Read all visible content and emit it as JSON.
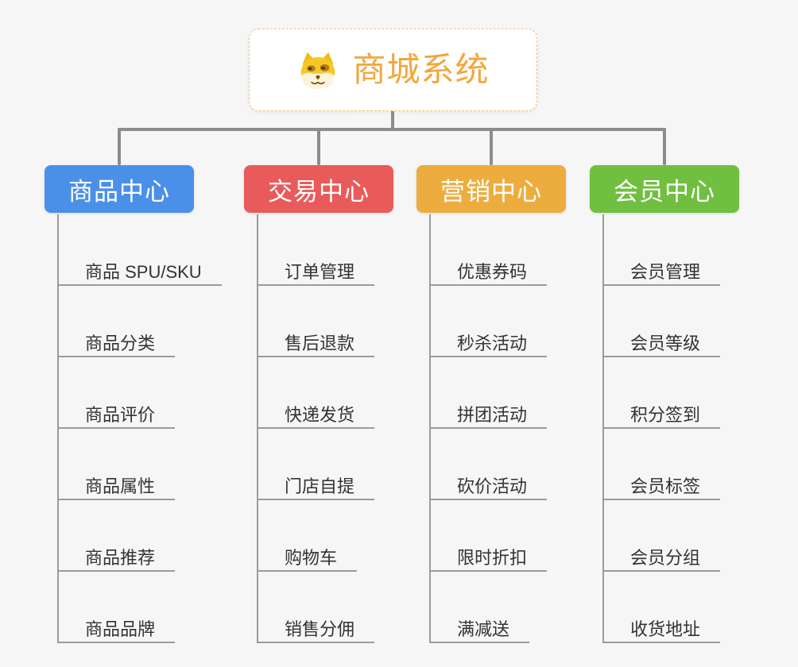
{
  "page": {
    "background_color": "#F6F6F6",
    "connector_color": "#8C8C8C",
    "child_line_color": "#9B9B9B",
    "child_text_color": "#333333"
  },
  "root": {
    "title": "商城系统",
    "icon": "doge-icon",
    "text_color": "#F2A73B",
    "border_color": "#F3C06F"
  },
  "branches": [
    {
      "title": "商品中心",
      "color": "#4A90E8",
      "children": [
        "商品 SPU/SKU",
        "商品分类",
        "商品评价",
        "商品属性",
        "商品推荐",
        "商品品牌"
      ]
    },
    {
      "title": "交易中心",
      "color": "#E95B5B",
      "children": [
        "订单管理",
        "售后退款",
        "快递发货",
        "门店自提",
        "购物车",
        "销售分佣"
      ]
    },
    {
      "title": "营销中心",
      "color": "#EDAD3E",
      "children": [
        "优惠券码",
        "秒杀活动",
        "拼团活动",
        "砍价活动",
        "限时折扣",
        "满减送"
      ]
    },
    {
      "title": "会员中心",
      "color": "#70BF40",
      "children": [
        "会员管理",
        "会员等级",
        "积分签到",
        "会员标签",
        "会员分组",
        "收货地址"
      ]
    }
  ]
}
